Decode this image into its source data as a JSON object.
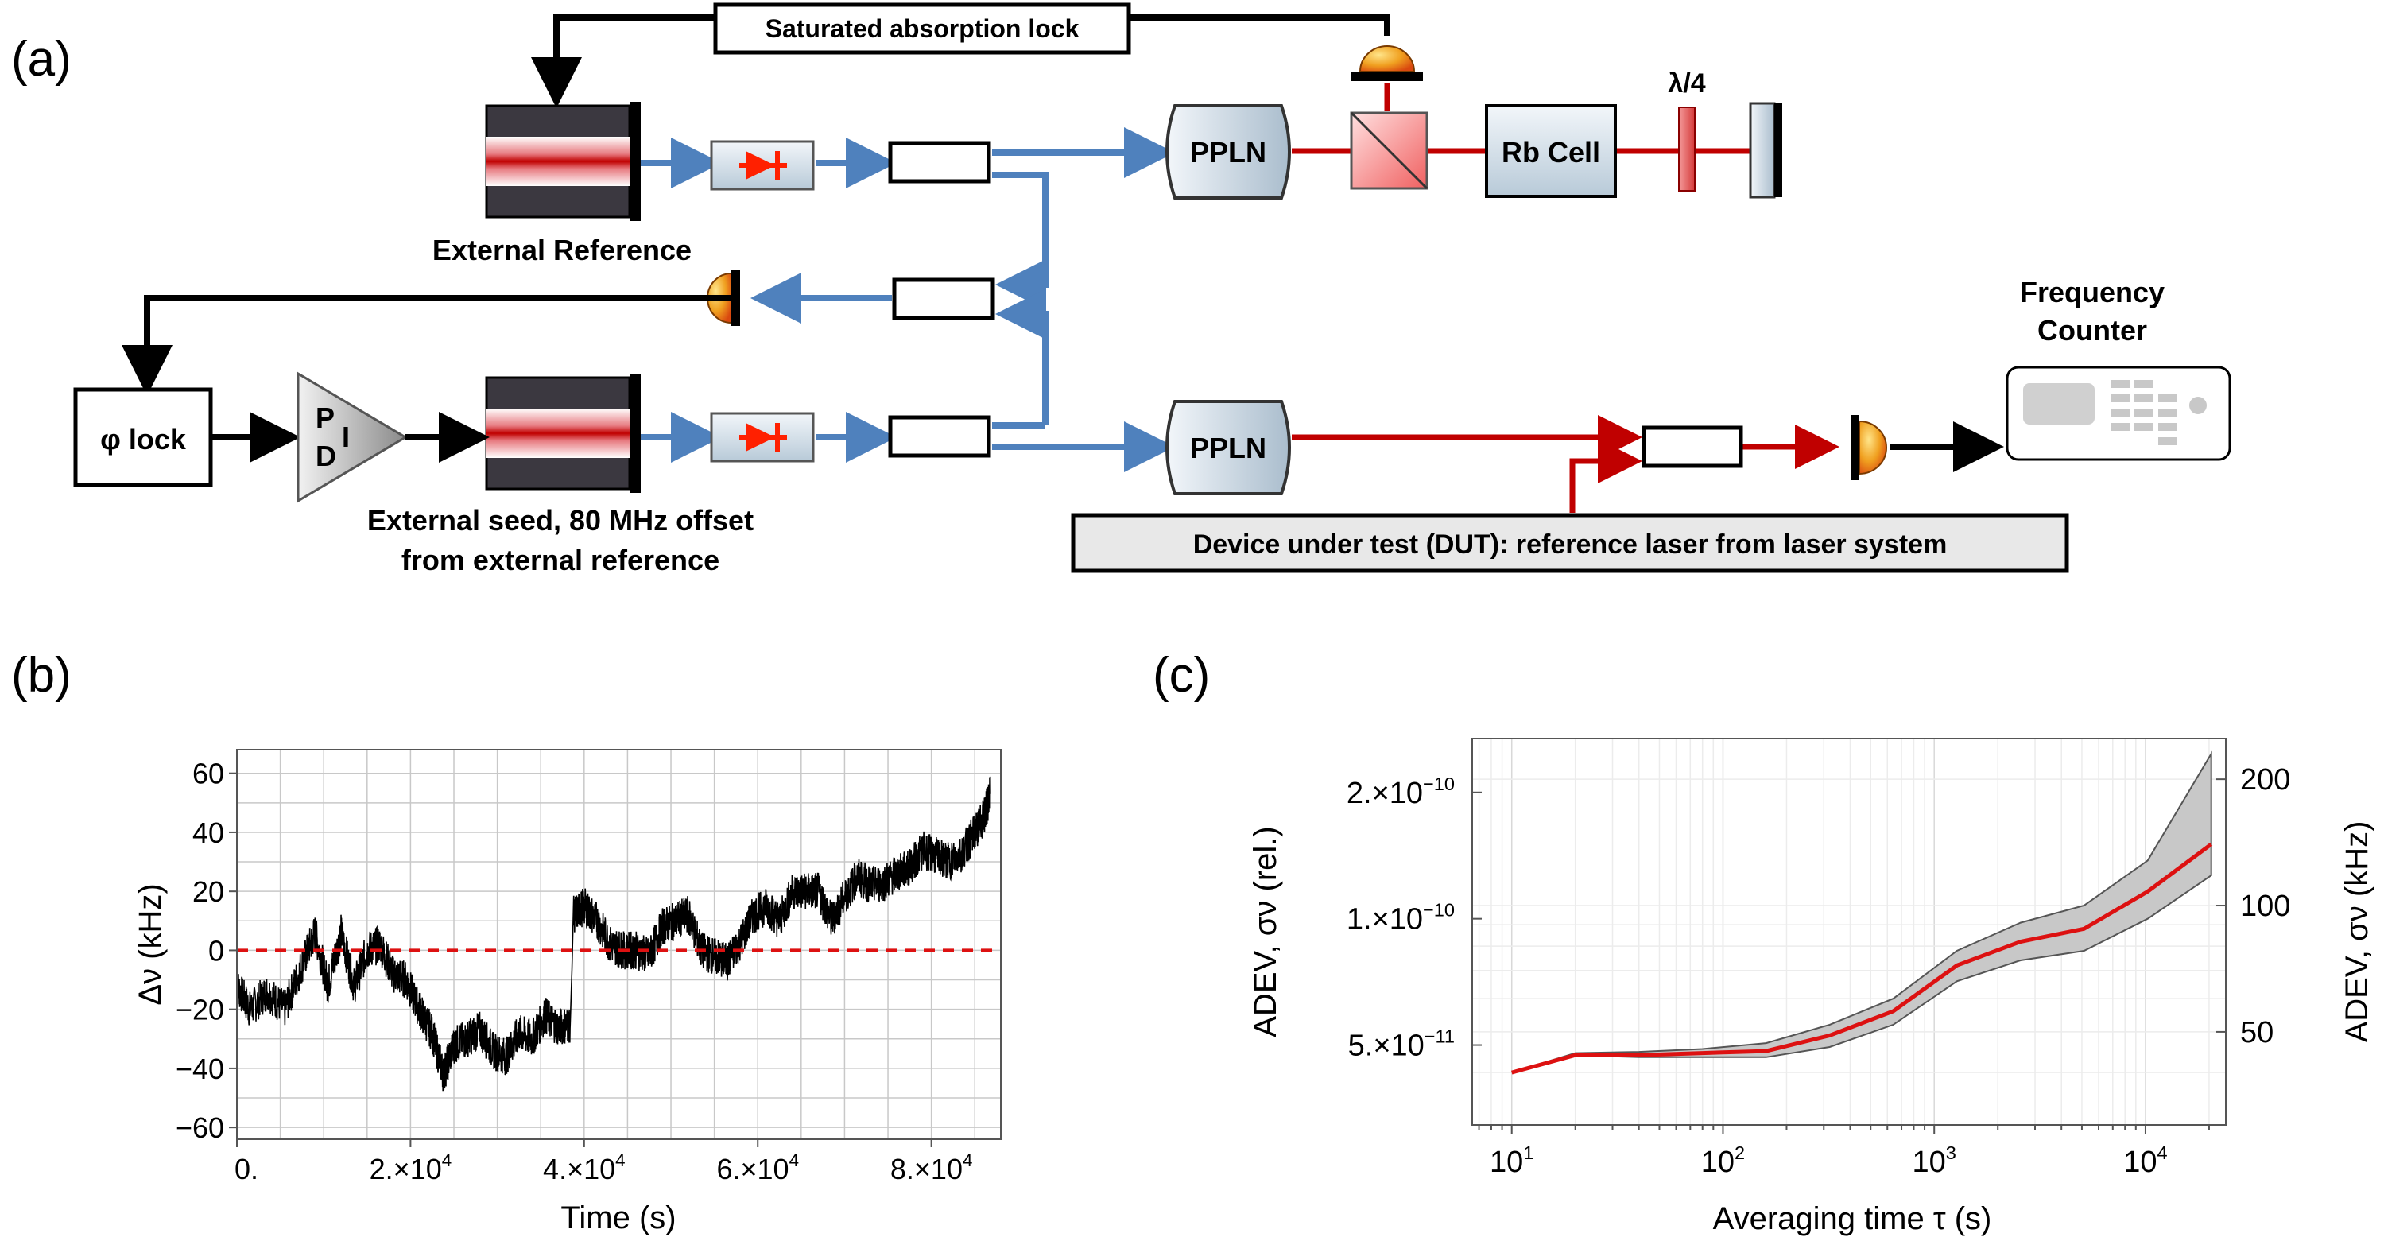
{
  "panel_a": {
    "letter": "(a)",
    "saturated_lock": "Saturated absorption lock",
    "external_reference": "External Reference",
    "ppln": "PPLN",
    "rb_cell": "Rb Cell",
    "quarter_wave": "λ/4",
    "phi_lock": "φ lock",
    "pid": [
      "P",
      "I",
      "D"
    ],
    "seed_line1": "External seed, 80 MHz offset",
    "seed_line2": "from external reference",
    "freq_counter_line1": "Frequency",
    "freq_counter_line2": "Counter",
    "dut": "Device under test (DUT): reference laser from laser system",
    "colors": {
      "fiber": "#4f81bd",
      "beam": "#c00000",
      "lock": "#000000",
      "pd": "#e8a000"
    }
  },
  "panel_b": {
    "letter": "(b)",
    "chart_data": {
      "type": "line",
      "xlabel": "Time (s)",
      "ylabel": "Δν (kHz)",
      "xlim": [
        0,
        88000
      ],
      "ylim": [
        -64,
        68
      ],
      "x_ticks": [
        0,
        20000,
        40000,
        60000,
        80000
      ],
      "x_tick_labels": [
        [
          "0.",
          ""
        ],
        [
          "2.×10",
          "4"
        ],
        [
          "4.×10",
          "4"
        ],
        [
          "6.×10",
          "4"
        ],
        [
          "8.×10",
          "4"
        ]
      ],
      "y_ticks": [
        60,
        40,
        20,
        0,
        -20,
        -40,
        -60
      ],
      "y_tick_labels": [
        "60",
        "40",
        "20",
        "0",
        "−20",
        "−40",
        "−60"
      ],
      "grid": true,
      "reference_line": {
        "y": 0,
        "style": "dashed",
        "color": "#dd1111"
      },
      "series": [
        {
          "color": "#000000",
          "x": [
            0,
            1500,
            3500,
            5500,
            7500,
            9000,
            10500,
            12000,
            13500,
            15000,
            16500,
            18000,
            19500,
            21000,
            22500,
            23800,
            25000,
            26500,
            28000,
            29500,
            31000,
            32500,
            34000,
            35500,
            37000,
            38400,
            38800,
            40000,
            41500,
            43000,
            44500,
            46000,
            47500,
            49000,
            50500,
            52000,
            53500,
            55000,
            56500,
            58000,
            59500,
            61000,
            62500,
            64000,
            65500,
            67000,
            68500,
            70000,
            71500,
            73000,
            74500,
            76000,
            77500,
            79000,
            80500,
            82000,
            83500,
            85000,
            86000,
            86800
          ],
          "y": [
            -12,
            -20,
            -14,
            -20,
            -5,
            6,
            -12,
            6,
            -12,
            0,
            2,
            -8,
            -10,
            -20,
            -28,
            -42,
            -32,
            -30,
            -27,
            -34,
            -36,
            -28,
            -30,
            -22,
            -26,
            -25,
            12,
            15,
            10,
            2,
            0,
            0,
            -2,
            8,
            10,
            12,
            0,
            -2,
            -4,
            3,
            12,
            15,
            10,
            20,
            20,
            20,
            10,
            18,
            25,
            22,
            23,
            26,
            28,
            34,
            32,
            30,
            33,
            40,
            45,
            53
          ]
        }
      ]
    }
  },
  "panel_c": {
    "letter": "(c)",
    "chart_data": {
      "type": "line",
      "xlabel": "Averaging time τ (s)",
      "ylabel_left": "ADEV, σν (rel.)",
      "ylabel_right": "ADEV, σν (kHz)",
      "x_scale": "log",
      "xlim": [
        6.5,
        24000
      ],
      "ylim_kHz": [
        30,
        250
      ],
      "x_ticks": [
        10,
        100,
        1000,
        10000
      ],
      "x_tick_labels": [
        [
          "10",
          "1"
        ],
        [
          "10",
          "2"
        ],
        [
          "10",
          "3"
        ],
        [
          "10",
          "4"
        ]
      ],
      "left_ticks_kHz": [
        46.5,
        93.0,
        186.0
      ],
      "left_tick_labels": [
        [
          "5.×10",
          "−11"
        ],
        [
          "1.×10",
          "−10"
        ],
        [
          "2.×10",
          "−10"
        ]
      ],
      "right_ticks_kHz": [
        50,
        100,
        200
      ],
      "right_tick_labels": [
        "50",
        "100",
        "200"
      ],
      "grid": true,
      "series": [
        {
          "color": "#dd1111",
          "x": [
            10,
            20,
            40,
            80,
            160,
            320,
            640,
            1280,
            2560,
            5120,
            10240,
            20480
          ],
          "y": [
            40,
            44,
            44,
            44.5,
            45,
            49,
            56,
            72,
            82,
            88,
            108,
            140
          ]
        }
      ],
      "band": {
        "color": "#c8c8c8",
        "x": [
          10,
          20,
          40,
          80,
          160,
          320,
          640,
          1280,
          2560,
          5120,
          10240,
          20480
        ],
        "lower": [
          40,
          44,
          43.5,
          43.5,
          43.5,
          46,
          52,
          66,
          74,
          78,
          93,
          118
        ],
        "upper": [
          40,
          44.5,
          44.8,
          45.5,
          47,
          52,
          60,
          78,
          91,
          100,
          128,
          230
        ]
      }
    }
  }
}
